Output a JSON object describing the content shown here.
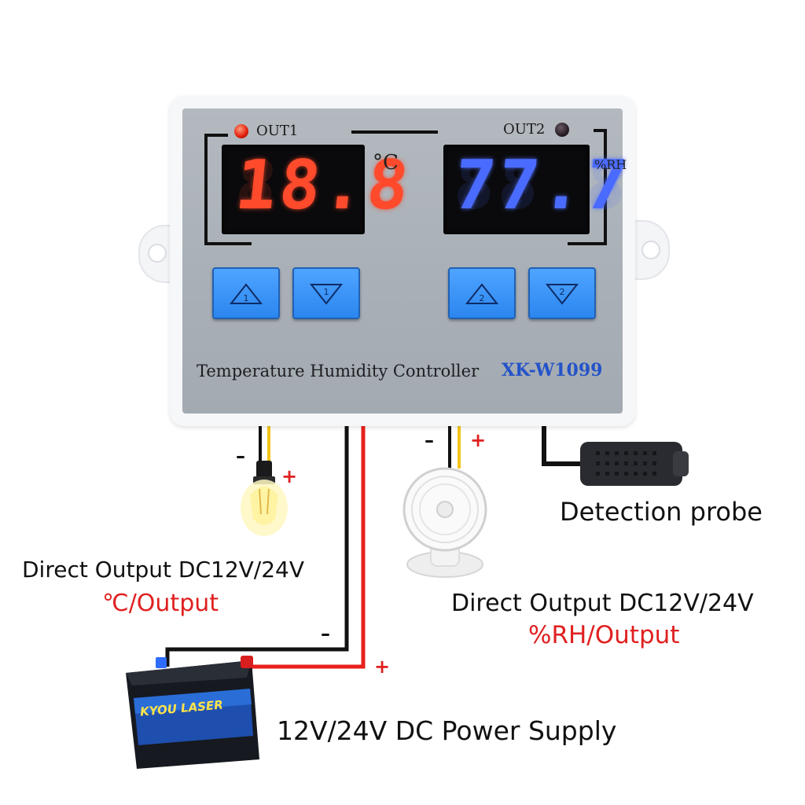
{
  "controller": {
    "out1_label": "OUT1",
    "out2_label": "OUT2",
    "temperature_display": "18.8",
    "humidity_display": "77.7",
    "temperature_unit": "°C",
    "humidity_unit": "%RH",
    "title": "Temperature Humidity Controller",
    "model": "XK-W1099",
    "buttons": [
      {
        "name": "temp-up",
        "glyph": "1"
      },
      {
        "name": "temp-down",
        "glyph": "1"
      },
      {
        "name": "hum-up",
        "glyph": "2"
      },
      {
        "name": "hum-down",
        "glyph": "2"
      }
    ]
  },
  "labels": {
    "left_output_line1": "Direct Output DC12V/24V",
    "left_output_line2": "℃/Output",
    "right_output_line1": "Direct Output DC12V/24V",
    "right_output_line2": "%RH/Output",
    "probe": "Detection probe",
    "power": "12V/24V DC Power Supply"
  },
  "battery_brand": "KYOU LASER",
  "signs": {
    "minus": "–",
    "plus": "+"
  },
  "colors": {
    "temp_digits": "#ff4a2c",
    "hum_digits": "#4a6bff",
    "button": "#2b86ef",
    "wire_black": "#111111",
    "wire_red": "#e8201c",
    "wire_yellow": "#f2c418",
    "label_red": "#e02020",
    "model_blue": "#2453c9"
  }
}
